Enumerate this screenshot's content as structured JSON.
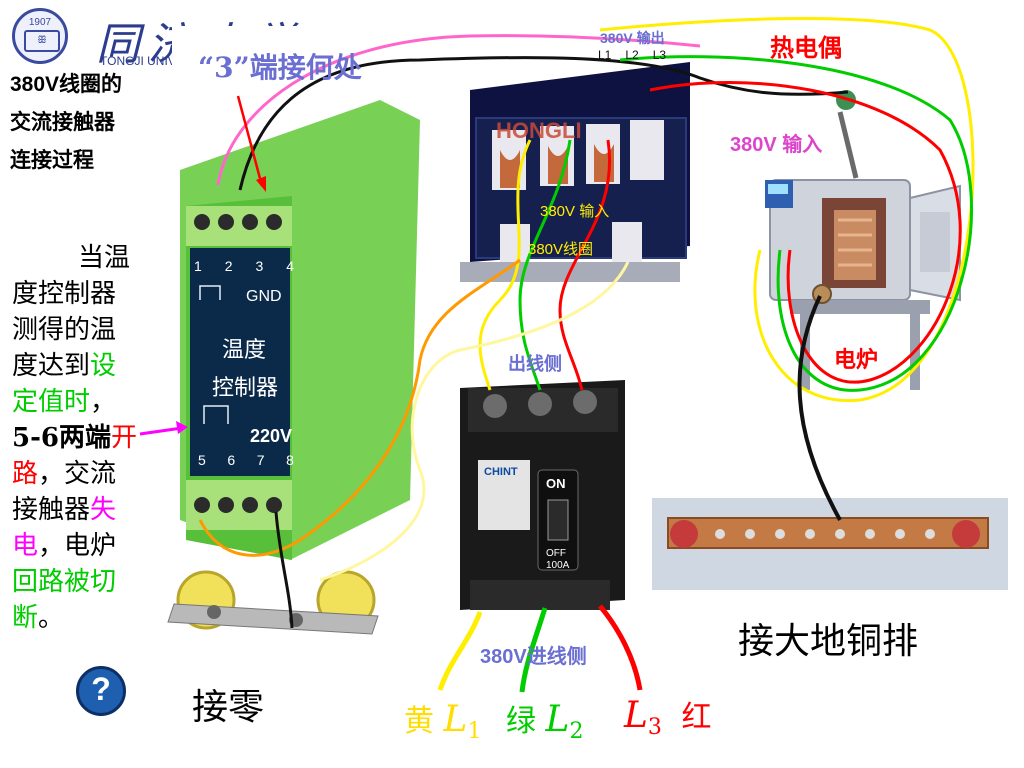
{
  "header": {
    "logo_year": "1907",
    "logo_caption": "TONGJI UNIVERSITY",
    "school_name": "同济大学",
    "callout_question": "“3”端接何处"
  },
  "sidebar": {
    "title_lines": [
      "380V线圈的",
      "交流接触器",
      "连接过程"
    ],
    "para": [
      {
        "text": "当温",
        "color": "#000000"
      },
      {
        "text": "度控制器",
        "color": "#000000"
      },
      {
        "text": "测得的温",
        "color": "#000000"
      },
      {
        "text": "度达到",
        "color": "#000000"
      },
      {
        "text": "设",
        "color": "#00cc00"
      },
      {
        "text": "定值时",
        "color": "#00cc00"
      },
      {
        "text": "，",
        "color": "#000000"
      },
      {
        "text": "5-6两端",
        "color": "#000000"
      },
      {
        "text": "开",
        "color": "#ff0000"
      },
      {
        "text": "路",
        "color": "#ff0000"
      },
      {
        "text": "，交流",
        "color": "#000000"
      },
      {
        "text": "接触器",
        "color": "#000000"
      },
      {
        "text": "失",
        "color": "#ff00ff"
      },
      {
        "text": "电",
        "color": "#ff00ff"
      },
      {
        "text": "，电炉",
        "color": "#000000"
      },
      {
        "text": "回路被切",
        "color": "#00cc00"
      },
      {
        "text": "断",
        "color": "#00cc00"
      },
      {
        "text": "。",
        "color": "#000000"
      }
    ]
  },
  "controller": {
    "terminal_top": [
      "1",
      "2",
      "3",
      "4"
    ],
    "gnd": "GND",
    "name_line1": "温度",
    "name_line2": "控制器",
    "voltage": "220V",
    "terminal_bottom": [
      "5",
      "6",
      "7",
      "8"
    ]
  },
  "contactor": {
    "brand": "HONGLI",
    "label_in": "380V 输入",
    "label_coil": "380V线圈",
    "top_tag": "380V 输出",
    "terminals": [
      "L1",
      "L2",
      "L3"
    ]
  },
  "breaker": {
    "brand": "CHINT",
    "on": "ON",
    "off": "OFF",
    "rating": "100A",
    "out_label": "出线侧",
    "in_label": "380V进线侧"
  },
  "labels": {
    "thermocouple": "热电偶",
    "input_380": "380V 输入",
    "furnace": "电炉",
    "ground_bar": "接大地铜排",
    "neutral": "接零",
    "help": "?"
  },
  "phases": [
    {
      "color_word": "黄",
      "letter": "L",
      "sub": "1",
      "color": "#ffee00"
    },
    {
      "color_word": "绿",
      "letter": "L",
      "sub": "2",
      "color": "#00cc00"
    },
    {
      "color_word": "",
      "letter": "L",
      "sub": "3",
      "color": "#ff0000"
    },
    {
      "color_word": "红",
      "letter": "",
      "sub": "",
      "color": "#ff0000"
    }
  ]
}
